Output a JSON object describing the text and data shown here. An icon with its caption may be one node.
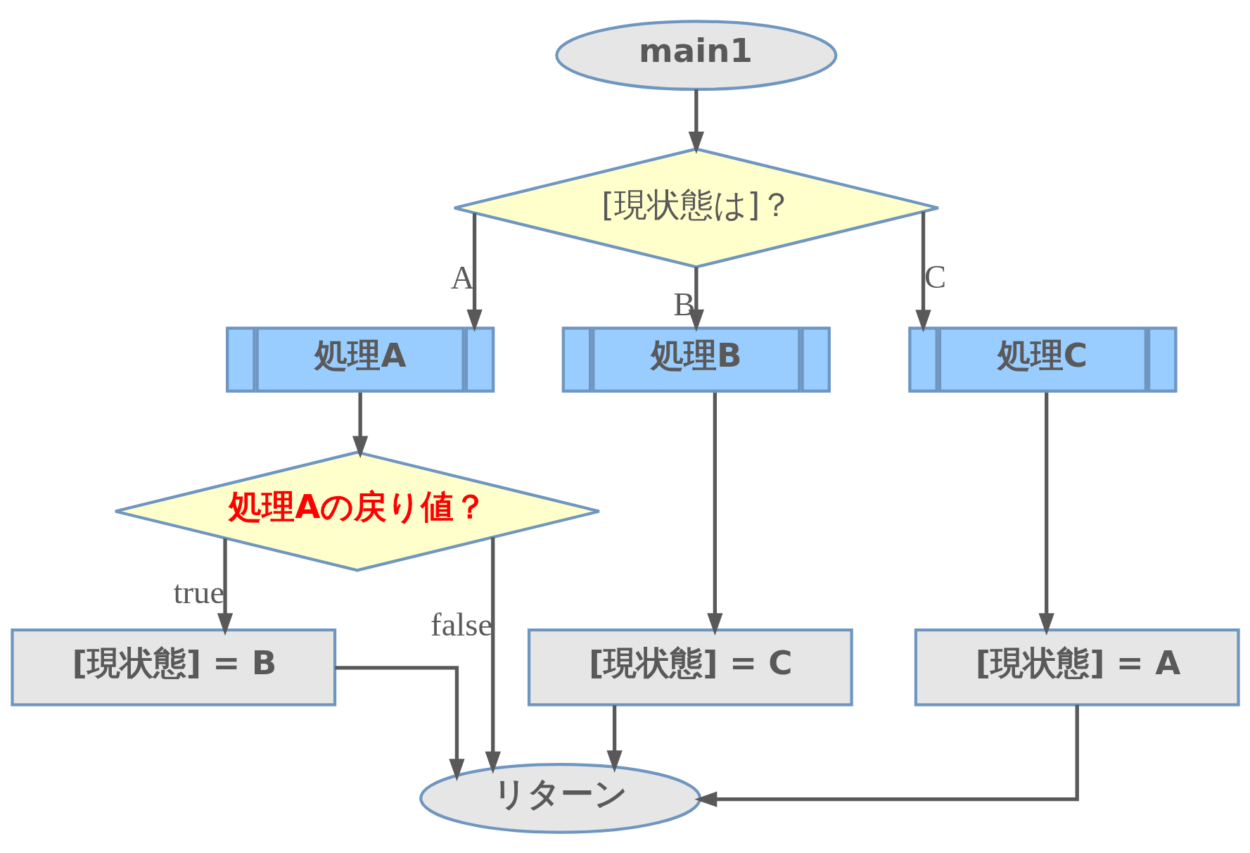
{
  "diagram": {
    "nodes": [
      {
        "text": [
          "main1"
        ]
      },
      {
        "text": [
          "[現状態は]？"
        ]
      },
      {
        "text": [
          "処理A"
        ]
      },
      {
        "text": [
          "処理B"
        ]
      },
      {
        "text": [
          "処理C"
        ]
      },
      {
        "text": [
          "処理Aの戻り値？"
        ]
      },
      {
        "text": [
          "[現状態] = B"
        ]
      },
      {
        "text": [
          "[現状態] = C"
        ]
      },
      {
        "text": [
          "[現状態] = A"
        ]
      },
      {
        "text": [
          "リターン"
        ]
      }
    ],
    "edges": [
      {
        "from": 0,
        "to": 1,
        "arrow": "to"
      },
      {
        "from": 1,
        "to": 2,
        "arrow": "to",
        "label": "A"
      },
      {
        "from": 1,
        "to": 3,
        "arrow": "to",
        "label": "B"
      },
      {
        "from": 1,
        "to": 4,
        "arrow": "to",
        "label": "C"
      },
      {
        "from": 2,
        "to": 5,
        "arrow": "to"
      },
      {
        "from": 5,
        "to": 6,
        "arrow": "to",
        "label": "true"
      },
      {
        "from": 5,
        "to": 9,
        "arrow": "to",
        "label": "false"
      },
      {
        "from": 3,
        "to": 7,
        "arrow": "to"
      },
      {
        "from": 4,
        "to": 8,
        "arrow": "to"
      },
      {
        "from": 6,
        "to": 9,
        "arrow": "to"
      },
      {
        "from": 7,
        "to": 9,
        "arrow": "to"
      },
      {
        "from": 8,
        "to": 9,
        "arrow": "to"
      }
    ]
  }
}
